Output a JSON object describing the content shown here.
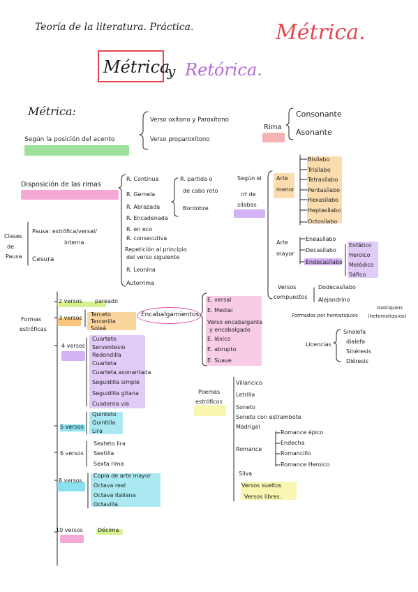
{
  "header": {
    "course": "Teoría de la literatura. Práctica.",
    "corner_title": "Métrica.",
    "main_title_a": "Métrica",
    "main_title_and": "y",
    "main_title_b": "Retórica."
  },
  "metrica": {
    "heading": "Métrica:",
    "posicion": {
      "label": "Según la posición del acento",
      "items": [
        "Verso oxítono y Paroxítono",
        "Verso proparoxítono"
      ]
    },
    "rima": {
      "label": "Rima",
      "items": [
        "Consonante",
        "Asonante"
      ]
    },
    "disposicion": {
      "label": "Disposición de las rimas",
      "col1": [
        "R. Continua",
        "R. Gemela",
        "R. Abrazada",
        "R. Encadenada",
        "R. en eco",
        "R. consecutiva",
        "Repetición al principio",
        "del verso siguiente",
        "R. Leonina",
        "Autorrima"
      ],
      "col2": [
        "R. partida o",
        "de cabo roto",
        "Bordobre"
      ]
    },
    "pausa": {
      "label_lines": [
        "Clases",
        "de",
        "Pausa"
      ],
      "items": [
        "Pausa: estrófica/versal/",
        "interna",
        "Cesura"
      ]
    },
    "silabas": {
      "label_lines": [
        "Según el",
        "nº de",
        "sílabas"
      ],
      "arte_menor": {
        "label_lines": [
          "Arte",
          "menor"
        ],
        "items": [
          "Bisílabo",
          "Trisílabo",
          "Tetrasílabo",
          "Pentasílabo",
          "Hexasílabo",
          "Heptasílabo",
          "Octosílabo"
        ]
      },
      "arte_mayor": {
        "label_lines": [
          "Arte",
          "mayor"
        ],
        "items": [
          "Eneasílabo",
          "Decasílabo",
          "Endecasílabo"
        ],
        "endecasilabo_types": [
          "Enfático",
          "Heroico",
          "Melódico",
          "Sáfico"
        ]
      },
      "compuestos": {
        "label_lines": [
          "Versos",
          "compuestos"
        ],
        "items": [
          "Dodecasílabo",
          "Alejandrino"
        ],
        "extra": "Formados por hemistiquios",
        "extra_note": [
          "Isostiquios",
          "(heterostiquios)"
        ]
      },
      "licencias": {
        "label": "Licencias",
        "items": [
          "Sinalefa",
          "dialefa",
          "Sinéresis",
          "Diéresis"
        ]
      }
    },
    "estrofas": {
      "label_lines": [
        "Formas",
        "estróficas"
      ],
      "groups": [
        {
          "count": "2 versos",
          "items": [
            "pareado"
          ]
        },
        {
          "count": "3 versos",
          "items": [
            "Terceto",
            "Tercerilla",
            "Soleá"
          ]
        },
        {
          "count": "4 versos",
          "items": [
            "Cuarteto",
            "Serventesio",
            "Redondilla",
            "Cuarteta",
            "Cuarteta asonantada",
            "Seguidilla simple",
            "Seguidilla gitana",
            "Cuaderna vía"
          ]
        },
        {
          "count": "5 versos",
          "items": [
            "Quinteto",
            "Quintilla",
            "Lira"
          ]
        },
        {
          "count": "6 versos",
          "items": [
            "Sexteto lira",
            "Sextilla",
            "Sexta rima"
          ]
        },
        {
          "count": "8 versos",
          "items": [
            "Copla de arte mayor",
            "Octava real",
            "Octava italiana",
            "Octavilla"
          ]
        },
        {
          "count": "10 versos",
          "items": [
            "Décima"
          ]
        }
      ]
    },
    "encabalgamientos": {
      "label": "Encabalgamientos",
      "items": [
        "E. versal",
        "E. Medial",
        "Verso encabalgante",
        "y encabalgado",
        "E. léxico",
        "E. abrupto",
        "E. Suave"
      ]
    },
    "poemas": {
      "label_lines": [
        "Poemas",
        "estróficos"
      ],
      "items": [
        "Villancico",
        "Letrilla",
        "Soneto",
        "Soneto con estrambote",
        "Madrigal",
        "Romance",
        "Silva",
        "Versos sueltos",
        "Versos libres."
      ],
      "romance_types": [
        "Romance épico",
        "Endecha",
        "Romancillo",
        "Romance Heroico"
      ]
    }
  },
  "colors": {
    "green": "#7bd67b",
    "pink": "#f28ec8",
    "orange": "#f6b24e",
    "violet": "#c49af0",
    "yellow": "#f2ee6f",
    "cyan": "#66d7e8",
    "red": "#e2474f",
    "salmon": "#f39a9a",
    "lime": "#c6ee6a"
  }
}
